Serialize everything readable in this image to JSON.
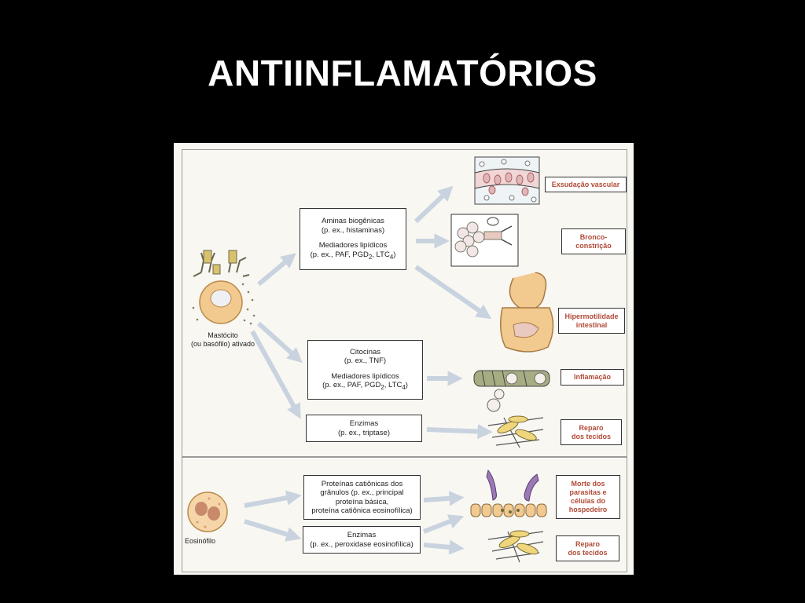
{
  "slide": {
    "title": "ANTIINFLAMATÓRIOS"
  },
  "mast_cell": {
    "label_line1": "Mastócito",
    "label_line2": "(ou basófilo) ativado"
  },
  "eosinophil": {
    "label": "Eosinófilo"
  },
  "mediator_boxes": {
    "amines": {
      "line1": "Aminas biogênicas",
      "line2": "(p. ex., histaminas)",
      "line3": "Mediadores lipídicos",
      "line4_prefix": "(p. ex., PAF, PGD",
      "sub1": "2",
      "mid": ", LTC",
      "sub2": "4",
      "close": ")"
    },
    "cytokines": {
      "line1": "Citocinas",
      "line2": "(p. ex., TNF)",
      "line3": "Mediadores lipídicos",
      "line4_prefix": "(p. ex., PAF, PGD",
      "sub1": "2",
      "mid": ", LTC",
      "sub2": "4",
      "close": ")"
    },
    "enzymes_mast": {
      "line1": "Enzimas",
      "line2": "(p. ex., triptase)"
    },
    "cationic": {
      "line1": "Proteínas catiônicas dos",
      "line2": "grânulos (p. ex., principal",
      "line3": "proteína básica,",
      "line4": "proteína catiônica eosinofílica)"
    },
    "enzymes_eos": {
      "line1": "Enzimas",
      "line2": "(p. ex., peroxidase eosinofílica)"
    }
  },
  "effects": {
    "vascular": "Exsudação vascular",
    "broncho_1": "Bronco-",
    "broncho_2": "constrição",
    "hypermotility_1": "Hipermotilidade",
    "hypermotility_2": "intestinal",
    "inflammation": "Inflamação",
    "repair_1a": "Reparo",
    "repair_1b": "dos tecidos",
    "death_1": "Morte dos",
    "death_2": "parasitas e",
    "death_3": "células do",
    "death_4": "hospedeiro",
    "repair_2a": "Reparo",
    "repair_2b": "dos tecidos"
  },
  "colors": {
    "label_text": "#b14a36",
    "arrow": "#c9d3df",
    "cell": "#f2c98f"
  }
}
